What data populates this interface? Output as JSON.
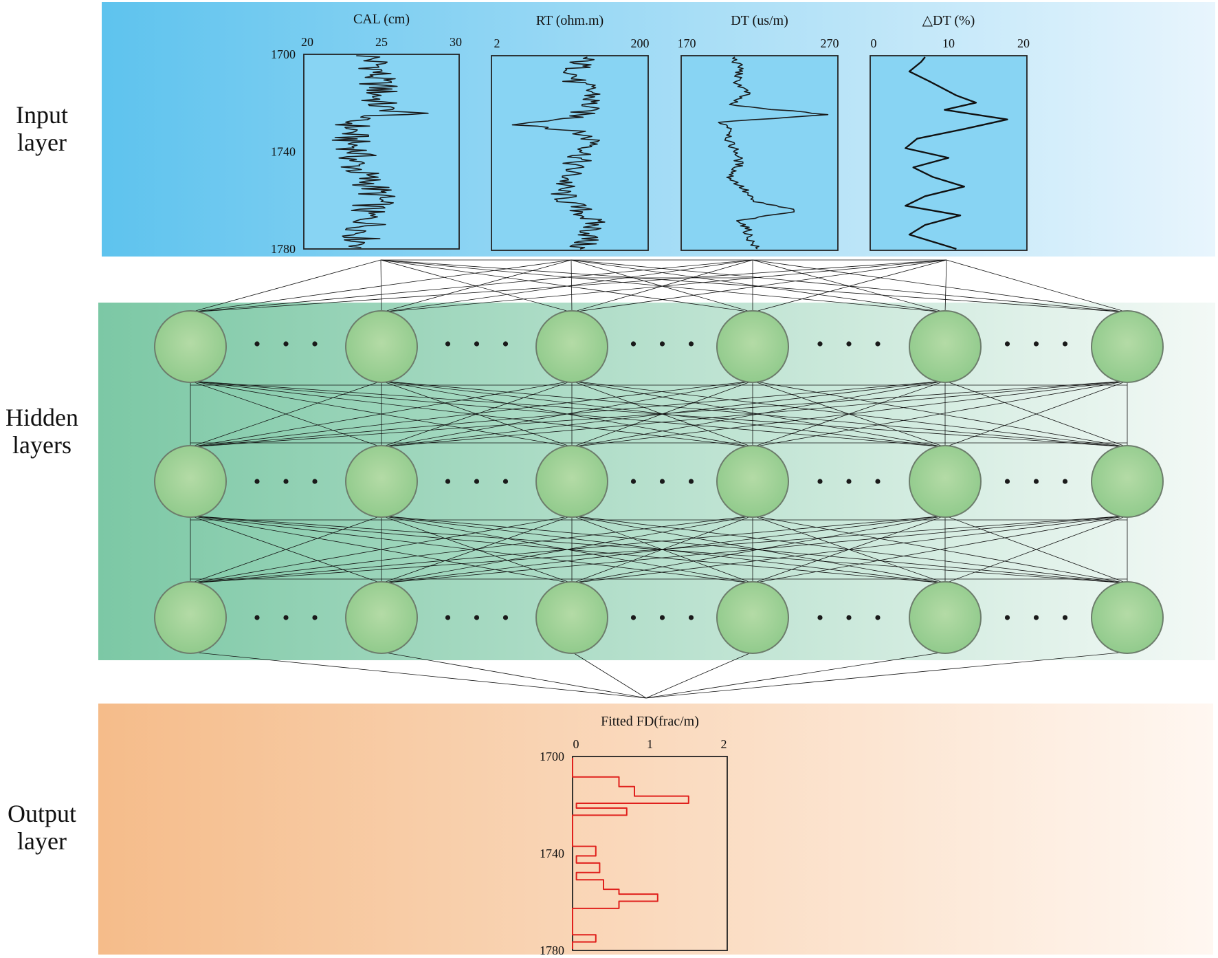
{
  "layer_labels": {
    "input": "Input\nlayer",
    "hidden": "Hidden\nlayers",
    "output": "Output\nlayer"
  },
  "colors": {
    "input_band_start": "#5ec3ee",
    "input_band_end": "#e8f5fd",
    "hidden_band_start": "#7cc8a5",
    "hidden_band_end": "#f3f9f6",
    "output_band_start": "#f5bc8a",
    "output_band_end": "#fff7f1",
    "input_plot_bg": "#88d4f3",
    "node_fill_start": "#8ec98a",
    "node_fill_end": "#b4dba6",
    "node_stroke": "#6d7d6c",
    "output_curve": "#e0201c",
    "line": "#111111"
  },
  "icons": [
    "ellipsis-dots"
  ],
  "chart_data": [
    {
      "type": "line",
      "title": "CAL (cm)",
      "xlim": [
        20,
        30
      ],
      "xticks": [
        "20",
        "25",
        "30"
      ],
      "ylim": [
        1700,
        1780
      ],
      "yticks": [
        "1700",
        "1740",
        "1780"
      ],
      "depth": [
        1700,
        1705,
        1710,
        1714,
        1718,
        1722,
        1724,
        1726,
        1730,
        1735,
        1740,
        1745,
        1750,
        1755,
        1760,
        1765,
        1770,
        1775,
        1780
      ],
      "values": [
        24.2,
        24.8,
        24.6,
        25.0,
        24.7,
        24.9,
        27.2,
        23.0,
        23.2,
        22.9,
        23.5,
        23.2,
        23.8,
        24.5,
        24.8,
        23.9,
        24.3,
        23.6,
        24.0
      ]
    },
    {
      "type": "line",
      "title": "RT (ohm.m)",
      "xlim": [
        2,
        200
      ],
      "xticks": [
        "2",
        "200"
      ],
      "ylim": [
        1700,
        1780
      ],
      "yticks": [],
      "depth": [
        1700,
        1705,
        1710,
        1715,
        1720,
        1725,
        1728,
        1732,
        1736,
        1740,
        1745,
        1750,
        1755,
        1760,
        1765,
        1770,
        1775,
        1780
      ],
      "values": [
        30,
        25,
        22,
        40,
        35,
        25,
        3,
        28,
        45,
        30,
        22,
        20,
        15,
        18,
        30,
        40,
        35,
        25
      ]
    },
    {
      "type": "line",
      "title": "DT (us/m)",
      "xlim": [
        170,
        270
      ],
      "xticks": [
        "170",
        "270"
      ],
      "ylim": [
        1700,
        1780
      ],
      "yticks": [],
      "depth": [
        1700,
        1705,
        1710,
        1715,
        1720,
        1724,
        1727,
        1730,
        1735,
        1740,
        1745,
        1750,
        1755,
        1760,
        1764,
        1768,
        1772,
        1776,
        1780
      ],
      "values": [
        203,
        208,
        205,
        212,
        200,
        264,
        195,
        203,
        200,
        206,
        207,
        201,
        210,
        215,
        244,
        208,
        212,
        214,
        218
      ]
    },
    {
      "type": "line",
      "title": "△DT (%)",
      "xlim": [
        0,
        20
      ],
      "xticks": [
        "0",
        "10",
        "20"
      ],
      "ylim": [
        1700,
        1780
      ],
      "yticks": [],
      "depth": [
        1700,
        1702,
        1706,
        1710,
        1716,
        1719,
        1722,
        1726,
        1730,
        1734,
        1738,
        1742,
        1746,
        1750,
        1754,
        1758,
        1762,
        1766,
        1770,
        1774,
        1778,
        1780
      ],
      "values": [
        7.0,
        6.5,
        5.0,
        7.5,
        11.0,
        13.5,
        9.5,
        17.5,
        12.0,
        6.0,
        4.5,
        10.0,
        5.5,
        8.0,
        12.0,
        7.0,
        4.5,
        11.5,
        7.0,
        5.0,
        9.0,
        11.0
      ]
    },
    {
      "type": "line",
      "title": "Fitted FD(frac/m)",
      "xlim": [
        0,
        2
      ],
      "xticks": [
        "0",
        "1",
        "2"
      ],
      "ylim": [
        1700,
        1780
      ],
      "yticks": [
        "1700",
        "1740",
        "1780"
      ],
      "depth": [
        1700,
        1708,
        1708,
        1712,
        1712,
        1716,
        1716,
        1719,
        1719,
        1721,
        1721,
        1724,
        1724,
        1726,
        1726,
        1737,
        1737,
        1741,
        1741,
        1744,
        1744,
        1748,
        1748,
        1751,
        1751,
        1755,
        1755,
        1757,
        1757,
        1760,
        1760,
        1763,
        1763,
        1774,
        1774,
        1777,
        1777,
        1780
      ],
      "values": [
        0.0,
        0.0,
        0.6,
        0.6,
        0.8,
        0.8,
        1.5,
        1.5,
        0.05,
        0.05,
        0.7,
        0.7,
        0.0,
        0.0,
        0.0,
        0.0,
        0.3,
        0.3,
        0.05,
        0.05,
        0.35,
        0.35,
        0.05,
        0.05,
        0.4,
        0.4,
        0.6,
        0.6,
        1.1,
        1.1,
        0.6,
        0.6,
        0.0,
        0.0,
        0.3,
        0.3,
        0.0,
        0.0
      ]
    }
  ]
}
